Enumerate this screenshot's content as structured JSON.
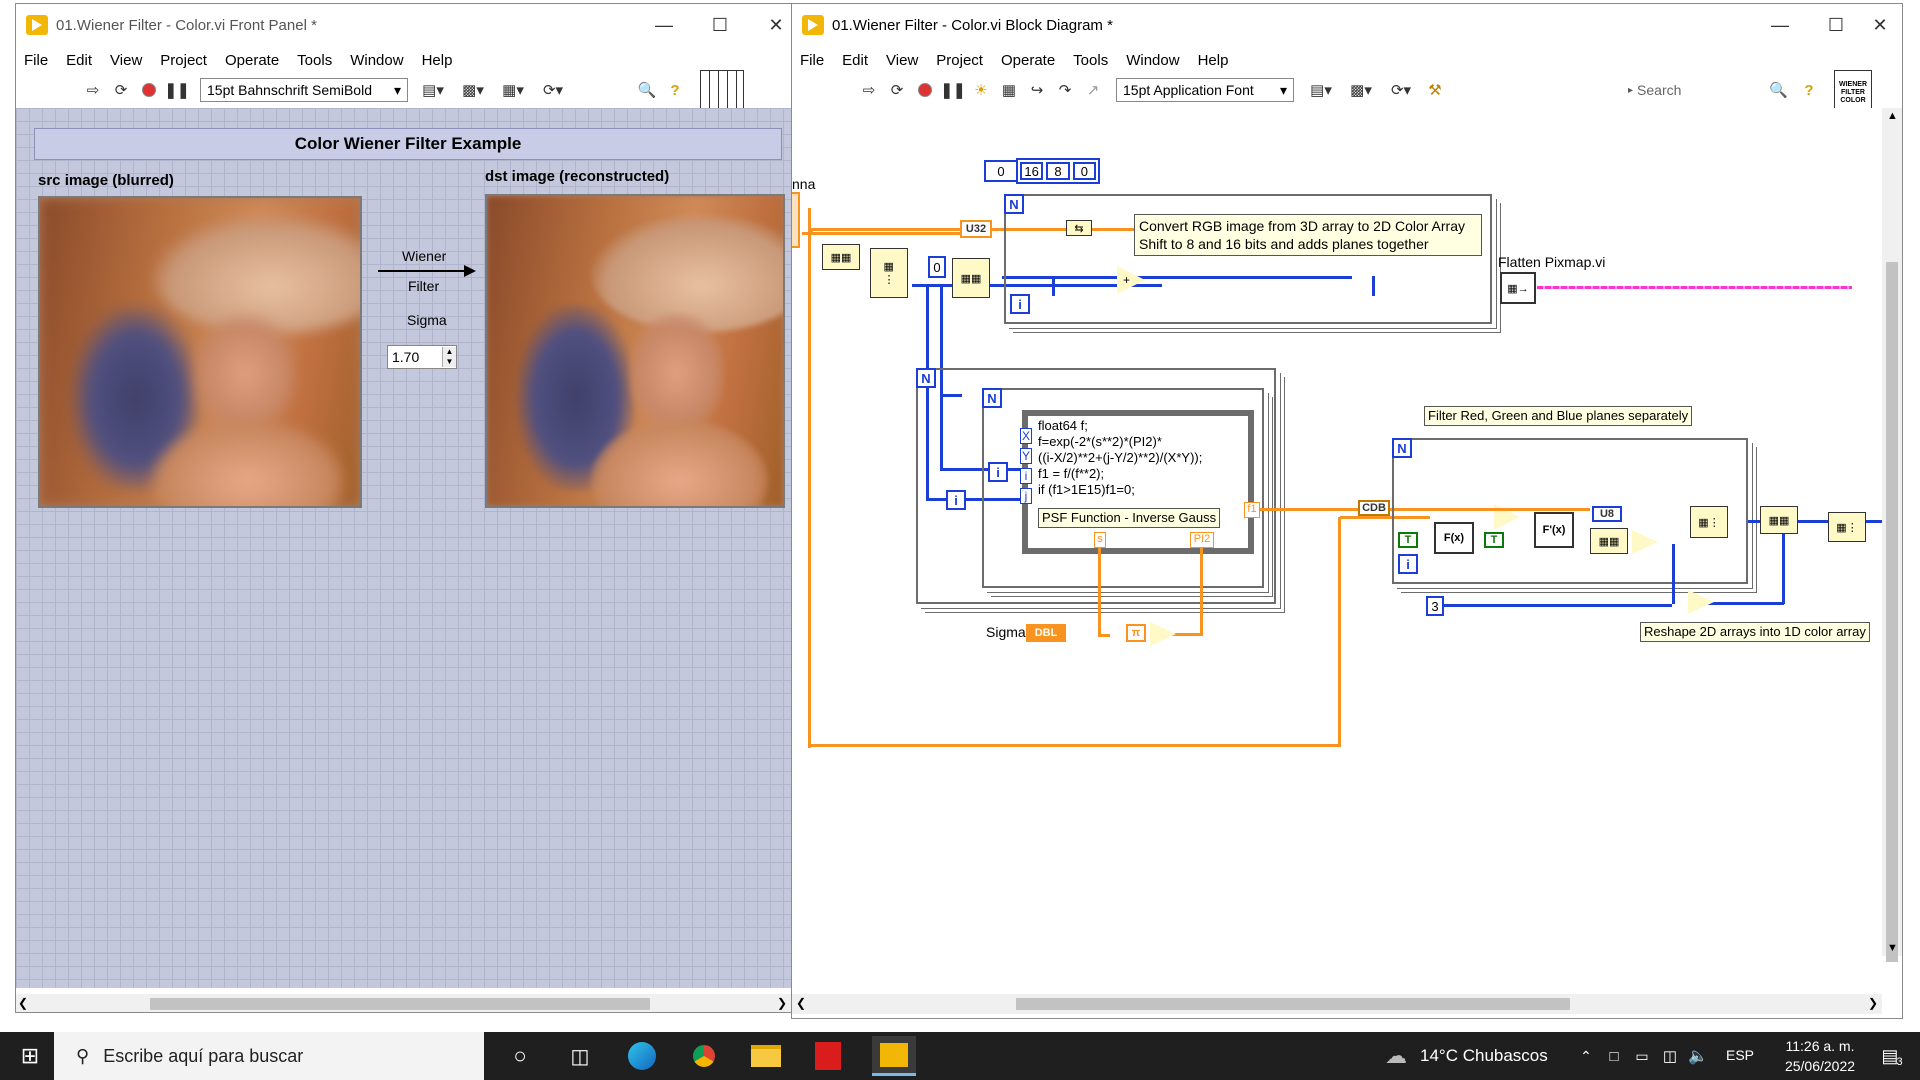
{
  "front_panel": {
    "title": "01.Wiener Filter - Color.vi Front Panel *",
    "menu": [
      "File",
      "Edit",
      "View",
      "Project",
      "Operate",
      "Tools",
      "Window",
      "Help"
    ],
    "font_selector": "15pt Bahnschrift SemiBold",
    "header": "Color Wiener Filter Example",
    "src_label": "src image (blurred)",
    "dst_label": "dst image (reconstructed)",
    "arrow_label_1": "Wiener",
    "arrow_label_2": "Filter",
    "sigma_label": "Sigma",
    "sigma_value": "1.70"
  },
  "block_diagram": {
    "title": "01.Wiener Filter - Color.vi Block Diagram *",
    "menu": [
      "File",
      "Edit",
      "View",
      "Project",
      "Operate",
      "Tools",
      "Window",
      "Help"
    ],
    "font_selector": "15pt Application Font",
    "search_placeholder": "Search",
    "truncated_label": "nna",
    "const_0": "0",
    "const_16": "16",
    "const_8": "8",
    "const_0b": "0",
    "u32": "U32",
    "const_zero": "0",
    "comment_convert_1": "Convert RGB image from 3D array to 2D Color Array",
    "comment_convert_2": "Shift to 8 and 16 bits and adds planes together",
    "flatten_label": "Flatten Pixmap.vi",
    "formula_lines": [
      "float64 f;",
      "f=exp(-2*(s**2)*(PI2)*",
      "((i-X/2)**2+(j-Y/2)**2)/(X*Y));",
      "f1 = f/(f**2);",
      "if (f1>1E15)f1=0;"
    ],
    "formula_vars": [
      "X",
      "Y",
      "i",
      "j"
    ],
    "formula_out": "f1",
    "psf_comment": "PSF Function - Inverse Gauss",
    "s_term": "s",
    "pi2_term": "PI2",
    "sigma_label": "Sigma",
    "dbl": "DBL",
    "pi": "π",
    "cdb": "CDB",
    "comment_filter": "Filter Red, Green and Blue planes separately",
    "u8": "U8",
    "const_3": "3",
    "comment_reshape": "Reshape 2D arrays into 1D color array",
    "fx": "F(x)",
    "n_label": "N",
    "i_label": "i",
    "t_label": "T"
  },
  "taskbar": {
    "search_placeholder": "Escribe aquí para buscar",
    "weather": "14°C  Chubascos",
    "lang": "ESP",
    "time": "11:26 a. m.",
    "date": "25/06/2022",
    "notif_count": "3"
  },
  "colors": {
    "panel_bg": "#c4c8dc",
    "wire_orange": "#f7931e",
    "wire_blue": "#1a3ed6",
    "wire_pink": "#ff33cc",
    "wire_green": "#0a7a0a"
  }
}
